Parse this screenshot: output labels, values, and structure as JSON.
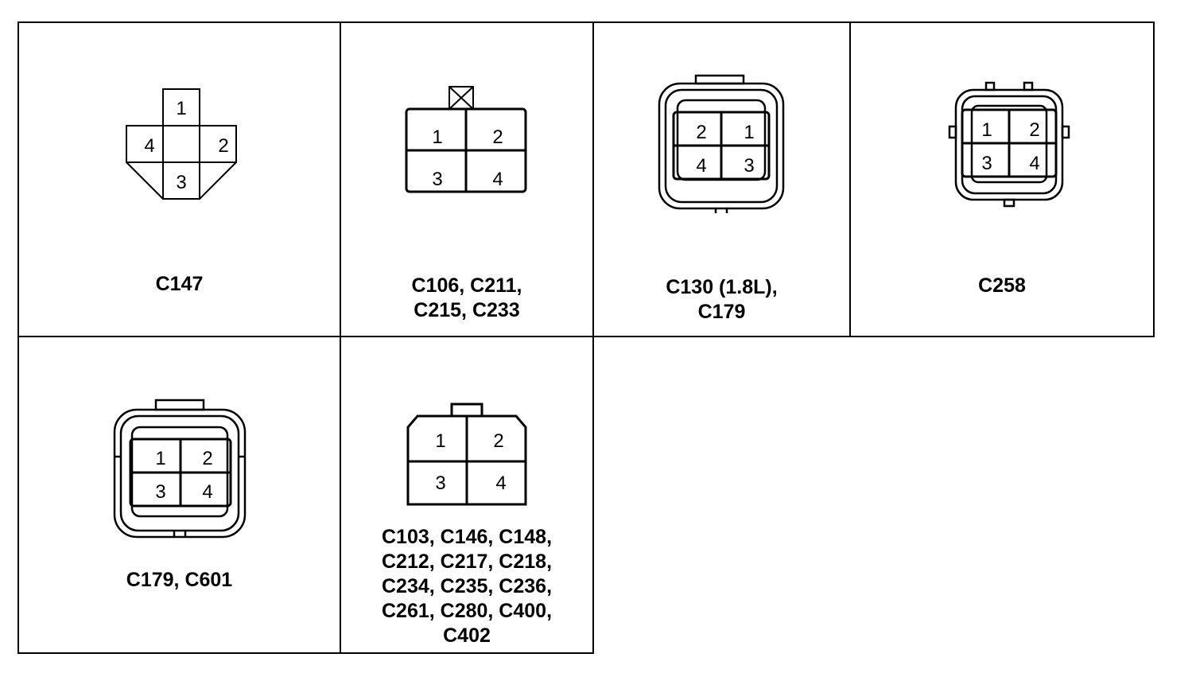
{
  "connectors": [
    {
      "id": "a",
      "pins": [
        "1",
        "2",
        "3",
        "4"
      ],
      "label_lines": [
        "C147"
      ]
    },
    {
      "id": "b",
      "pins": [
        "1",
        "2",
        "3",
        "4"
      ],
      "label_lines": [
        "C106, C211,",
        "C215, C233"
      ]
    },
    {
      "id": "c",
      "pins": [
        "2",
        "1",
        "4",
        "3"
      ],
      "label_lines": [
        "C130 (1.8L),",
        "C179"
      ]
    },
    {
      "id": "d",
      "pins": [
        "1",
        "2",
        "3",
        "4"
      ],
      "label_lines": [
        "C258"
      ]
    },
    {
      "id": "e",
      "pins": [
        "1",
        "2",
        "3",
        "4"
      ],
      "label_lines": [
        "C179, C601"
      ]
    },
    {
      "id": "f",
      "pins": [
        "1",
        "2",
        "3",
        "4"
      ],
      "label_lines": [
        "C103, C146, C148,",
        "C212, C217, C218,",
        "C234, C235, C236,",
        "C261, C280, C400,",
        "C402"
      ]
    }
  ]
}
